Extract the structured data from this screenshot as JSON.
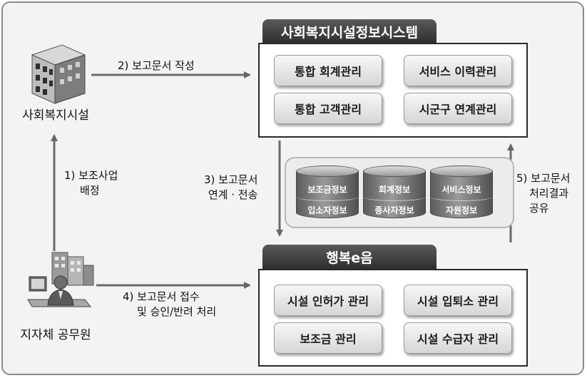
{
  "welfare_facility": {
    "label": "사회복지시설"
  },
  "official": {
    "label": "지자체 공무원"
  },
  "system_top": {
    "title": "사회복지시설정보시스템",
    "modules": [
      "통합 회계관리",
      "서비스 이력관리",
      "통합 고객관리",
      "시군구 연계관리"
    ]
  },
  "system_bottom": {
    "title": "행복e음",
    "modules": [
      "시설 인허가 관리",
      "시설 입퇴소 관리",
      "보조금 관리",
      "시설 수급자 관리"
    ]
  },
  "databases": [
    {
      "top": "보조금정보",
      "bottom": "입소자정보"
    },
    {
      "top": "회계정보",
      "bottom": "종사자정보"
    },
    {
      "top": "서비스정보",
      "bottom": "자원정보"
    }
  ],
  "steps": {
    "s1": [
      "1)  보조사업",
      "배정"
    ],
    "s2": "2) 보고문서 작성",
    "s3": [
      "3) 보고문서",
      "연계 · 전송"
    ],
    "s4": [
      "4) 보고문서 접수",
      "및 승인/반려 처리"
    ],
    "s5": [
      "5) 보고문서",
      "처리결과",
      "공유"
    ]
  }
}
